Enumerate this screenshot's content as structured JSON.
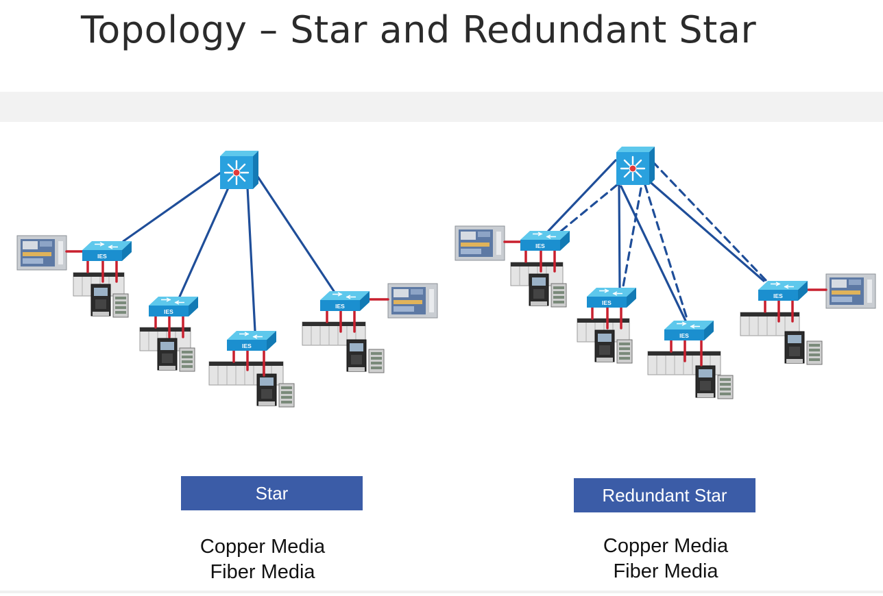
{
  "title": "Topology – Star and Redundant Star",
  "switch_label": "IES",
  "colors": {
    "fiber_link": "#1f4e99",
    "copper_link": "#c8202f",
    "label_box": "#3b5ca7",
    "switch_top": "#5ec8ec",
    "switch_front": "#1b8fcf",
    "core_switch": "#2aa1de"
  },
  "icons": {
    "core_switch": "layer3-core-switch-icon",
    "ies_switch": "industrial-ethernet-switch-icon",
    "hmi": "hmi-panel-icon",
    "controller": "plc-controller-icon",
    "drive": "variable-frequency-drive-icon"
  },
  "star": {
    "label": "Star",
    "media": [
      "Copper Media",
      "Fiber Media"
    ]
  },
  "redundant_star": {
    "label": "Redundant Star",
    "media": [
      "Copper Media",
      "Fiber Media"
    ]
  }
}
